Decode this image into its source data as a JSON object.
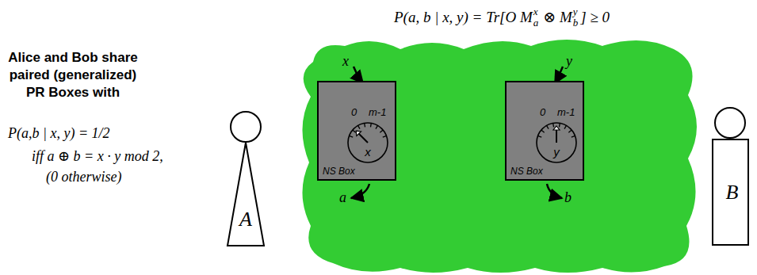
{
  "diagram": {
    "nodes": [
      {
        "text": [
          "A"
        ]
      },
      {
        "text": [
          "NS Box"
        ]
      },
      {
        "text": [
          "0",
          "m-1",
          "x"
        ],
        "in": 1
      },
      {
        "text": [
          "NS Box"
        ]
      },
      {
        "text": [
          "0",
          "m-1",
          "y"
        ],
        "in": 3
      },
      {
        "text": [
          "B"
        ]
      }
    ],
    "labels": [
      "P(a, b | x, y) = Tr[O M",
      "x",
      "a",
      "⊗ M",
      "y",
      "b",
      "] ≥ 0",
      "Alice and Bob share paired (generalized) PR Boxes with",
      "P(a,b | x, y) = 1/2",
      "iff a ⊕ b = x · y mod 2,",
      "(0 otherwise)",
      "x",
      "a",
      "y",
      "b"
    ]
  }
}
